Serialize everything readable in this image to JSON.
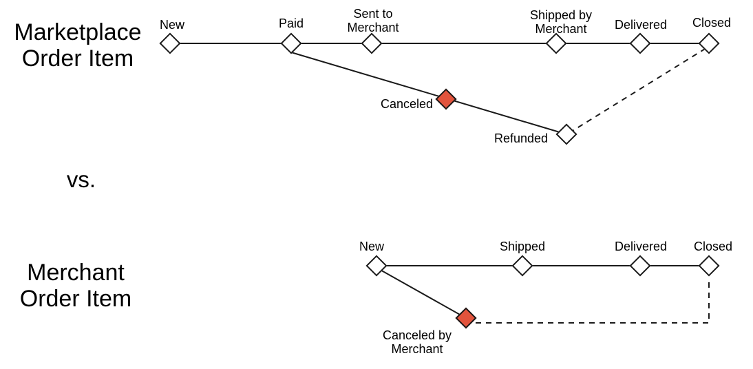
{
  "colors": {
    "background": "#ffffff",
    "stroke": "#1a1a1a",
    "text": "#000000",
    "canceled-fill": "#e2533c"
  },
  "separator": {
    "label": "vs."
  },
  "marketplace": {
    "title": "Marketplace\nOrder Item",
    "nodes": {
      "new": "New",
      "paid": "Paid",
      "sent_to_merchant": "Sent to\nMerchant",
      "shipped_by_merchant": "Shipped by\nMerchant",
      "delivered": "Delivered",
      "closed": "Closed",
      "canceled": "Canceled",
      "refunded": "Refunded"
    },
    "edges": [
      {
        "from": "New",
        "to": "Closed",
        "via": [
          "Paid",
          "Sent to Merchant",
          "Shipped by Merchant",
          "Delivered"
        ],
        "style": "solid"
      },
      {
        "from": "Paid",
        "to": "Refunded",
        "via": [
          "Canceled"
        ],
        "style": "solid"
      },
      {
        "from": "Refunded",
        "to": "Closed",
        "style": "dashed"
      }
    ]
  },
  "merchant": {
    "title": "Merchant\nOrder Item",
    "nodes": {
      "new": "New",
      "shipped": "Shipped",
      "delivered": "Delivered",
      "closed": "Closed",
      "canceled_by_merchant": "Canceled by\nMerchant"
    },
    "edges": [
      {
        "from": "New",
        "to": "Closed",
        "via": [
          "Shipped",
          "Delivered"
        ],
        "style": "solid"
      },
      {
        "from": "New",
        "to": "Canceled by Merchant",
        "style": "solid"
      },
      {
        "from": "Canceled by Merchant",
        "to": "Closed",
        "style": "dashed"
      }
    ]
  }
}
